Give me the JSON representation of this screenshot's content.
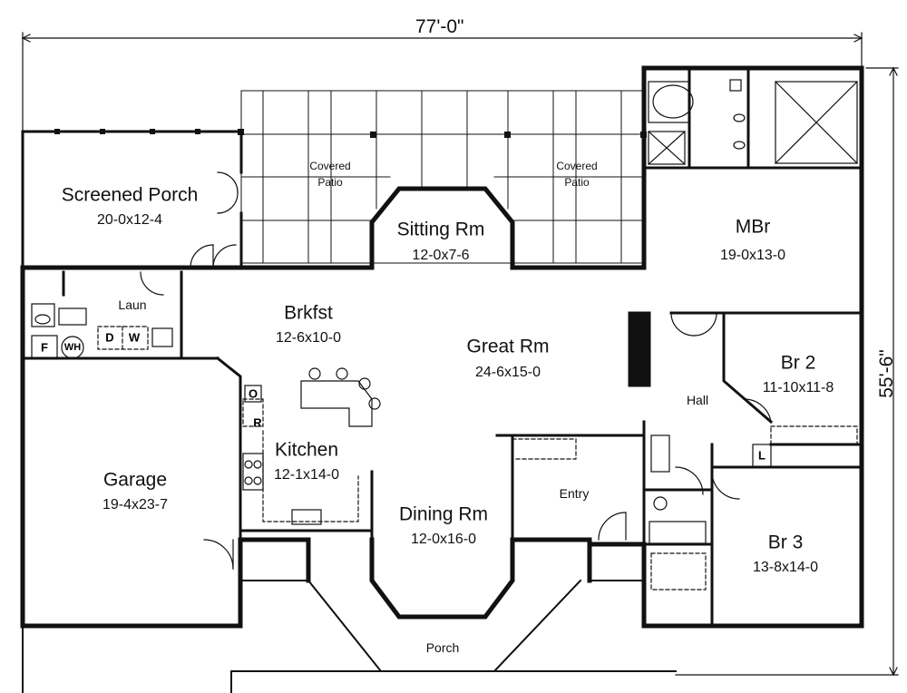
{
  "dimensions": {
    "width": "77'-0\"",
    "depth": "55'-6\""
  },
  "rooms": {
    "screened_porch": {
      "name": "Screened Porch",
      "size": "20-0x12-4"
    },
    "covered_patio_left": {
      "name": "Covered",
      "name2": "Patio"
    },
    "covered_patio_right": {
      "name": "Covered",
      "name2": "Patio"
    },
    "sitting_rm": {
      "name": "Sitting Rm",
      "size": "12-0x7-6"
    },
    "mbr": {
      "name": "MBr",
      "size": "19-0x13-0"
    },
    "laun": {
      "name": "Laun"
    },
    "brkfst": {
      "name": "Brkfst",
      "size": "12-6x10-0"
    },
    "great_rm": {
      "name": "Great Rm",
      "size": "24-6x15-0"
    },
    "br2": {
      "name": "Br 2",
      "size": "11-10x11-8"
    },
    "hall": {
      "name": "Hall"
    },
    "kitchen": {
      "name": "Kitchen",
      "size": "12-1x14-0"
    },
    "garage": {
      "name": "Garage",
      "size": "19-4x23-7"
    },
    "entry": {
      "name": "Entry"
    },
    "dining_rm": {
      "name": "Dining Rm",
      "size": "12-0x16-0"
    },
    "br3": {
      "name": "Br 3",
      "size": "13-8x14-0"
    },
    "porch": {
      "name": "Porch"
    }
  },
  "fixtures": {
    "dryer": "D",
    "washer": "W",
    "furnace": "F",
    "water_heater": "WH",
    "refrigerator": "R",
    "oven": "O",
    "linen": "L"
  }
}
